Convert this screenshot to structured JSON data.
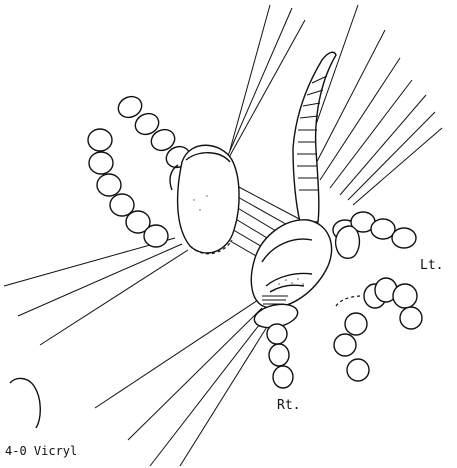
{
  "figure": {
    "labels": {
      "left_side": "Lt.",
      "right_side": "Rt.",
      "suture": "4-0 Vicryl"
    }
  }
}
